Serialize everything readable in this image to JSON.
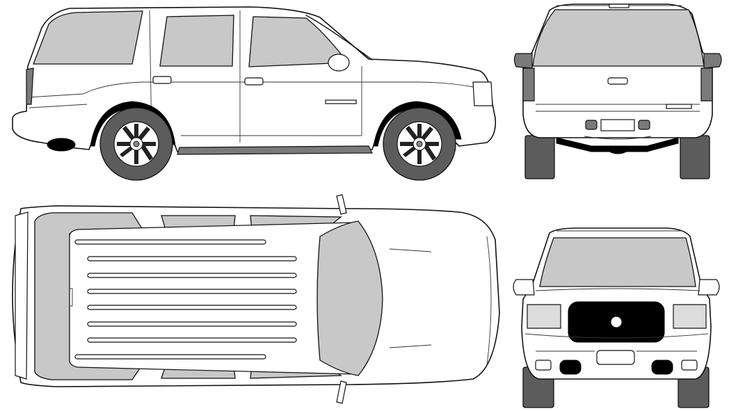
{
  "drawing": {
    "colors": {
      "outline": "#111111",
      "glass": "#c8c8c8",
      "tire": "#5c5c5c",
      "trim_dark": "#7a7a7a",
      "background": "#ffffff"
    },
    "views": [
      {
        "id": "side",
        "icon": "suv-side-view-icon"
      },
      {
        "id": "rear",
        "icon": "suv-rear-view-icon"
      },
      {
        "id": "top",
        "icon": "suv-top-view-icon"
      },
      {
        "id": "front",
        "icon": "suv-front-view-icon"
      }
    ],
    "roof_rack_slats": 6
  }
}
